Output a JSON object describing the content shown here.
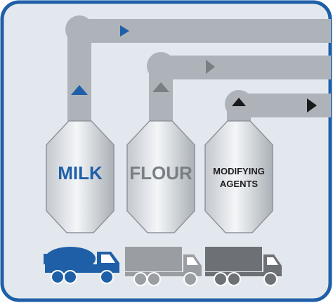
{
  "silos": [
    {
      "label": "MILK",
      "label_color": "#1f5fa8"
    },
    {
      "label": "FLOUR",
      "label_color": "#7a7f84"
    },
    {
      "label_line1": "MODIFYING",
      "label_line2": "AGENTS",
      "label_color": "#1e1e1e"
    }
  ],
  "trucks": [
    {
      "type": "mixer-truck",
      "color": "#1f5fa8"
    },
    {
      "type": "box-truck",
      "color": "#9a9ea2"
    },
    {
      "type": "box-truck",
      "color": "#6d7175"
    }
  ],
  "colors": {
    "frame": "#1f5fa8",
    "panel": "#e3e8ee",
    "pipe": "#aeb3b9",
    "silo_fill_light": "#f2f4f6",
    "silo_fill_dark": "#b7bcc2",
    "arrow_blue": "#1f5fa8",
    "arrow_gray": "#7a7f84",
    "arrow_dark": "#1a1a1a"
  }
}
